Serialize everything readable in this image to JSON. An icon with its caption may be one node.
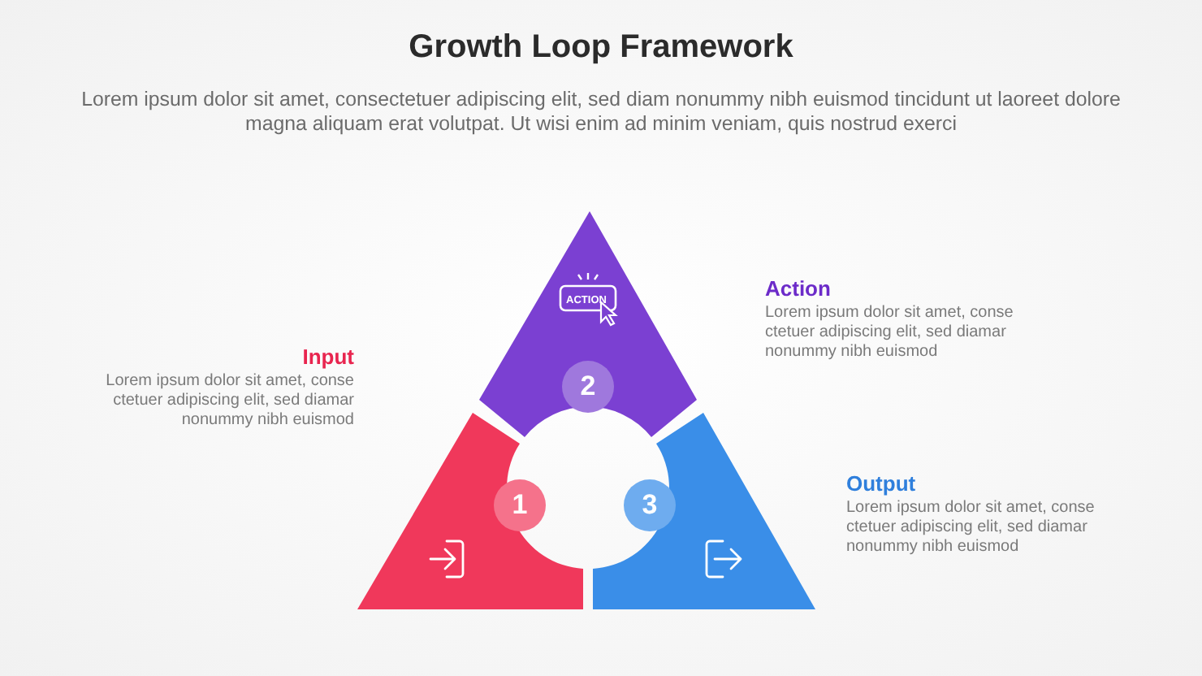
{
  "diagram": {
    "title": "Growth Loop Framework",
    "nodes": [
      {
        "text": [
          "1"
        ],
        "beside": [
          "Input",
          "Lorem ipsum dolor sit amet, conse ctetuer adipiscing elit, sed diamar nonummy nibh euismod"
        ]
      },
      {
        "text": [
          "ACTION",
          "2"
        ],
        "beside": [
          "Action",
          "Lorem ipsum dolor sit amet, conse ctetuer adipiscing elit, sed diamar nonummy nibh euismod"
        ]
      },
      {
        "text": [
          "3"
        ],
        "beside": [
          "Output",
          "Lorem ipsum dolor sit amet, conse ctetuer adipiscing elit, sed diamar nonummy nibh euismod"
        ]
      }
    ],
    "labels": [
      "Lorem ipsum dolor sit amet, consectetuer adipiscing elit, sed diam nonummy nibh euismod tincidunt ut laoreet dolore magna aliquam erat volutpat. Ut wisi enim ad minim veniam, quis nostrud exerci"
    ]
  }
}
